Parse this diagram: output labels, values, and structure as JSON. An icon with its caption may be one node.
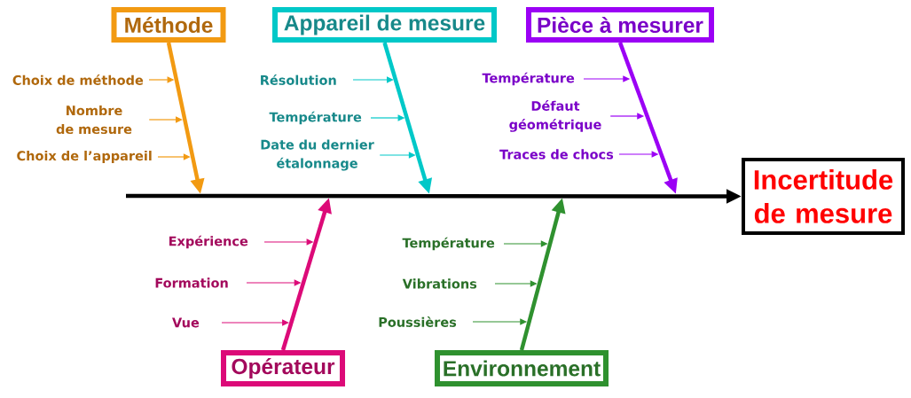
{
  "diagram": {
    "nodes": [
      {
        "text": [
          "Méthode"
        ]
      },
      {
        "text": [
          "Choix de méthode"
        ]
      },
      {
        "text": [
          "Nombre de mesure"
        ]
      },
      {
        "text": [
          "Choix de l’appareil"
        ]
      },
      {
        "text": [
          "Appareil de mesure"
        ]
      },
      {
        "text": [
          "Résolution"
        ]
      },
      {
        "text": [
          "Température"
        ]
      },
      {
        "text": [
          "Date du dernier étalonnage"
        ]
      },
      {
        "text": [
          "Pièce à mesurer"
        ]
      },
      {
        "text": [
          "Température"
        ]
      },
      {
        "text": [
          "Défaut géométrique"
        ]
      },
      {
        "text": [
          "Traces de chocs"
        ]
      },
      {
        "text": [
          "Incertitude de mesure"
        ]
      },
      {
        "text": [
          "Expérience"
        ]
      },
      {
        "text": [
          "Formation"
        ]
      },
      {
        "text": [
          "Vue"
        ]
      },
      {
        "text": [
          "Opérateur"
        ]
      },
      {
        "text": [
          "Température"
        ]
      },
      {
        "text": [
          "Vibrations"
        ]
      },
      {
        "text": [
          "Poussières"
        ]
      },
      {
        "text": [
          "Environnement"
        ]
      }
    ],
    "edges": [
      {
        "from": null,
        "to": 12,
        "arrow": "to",
        "style": "thick",
        "color": "#000000"
      },
      {
        "from": 0,
        "to": null,
        "arrow": "to",
        "style": "thick",
        "color": "#f29a12"
      },
      {
        "from": 1,
        "to": null,
        "arrow": "to",
        "color": "#f29a12"
      },
      {
        "from": 2,
        "to": null,
        "arrow": "to",
        "color": "#f29a12"
      },
      {
        "from": 3,
        "to": null,
        "arrow": "to",
        "color": "#f29a12"
      },
      {
        "from": 4,
        "to": null,
        "arrow": "to",
        "style": "thick",
        "color": "#00c8c8"
      },
      {
        "from": 5,
        "to": null,
        "arrow": "to",
        "color": "#00c8c8"
      },
      {
        "from": 6,
        "to": null,
        "arrow": "to",
        "color": "#00c8c8"
      },
      {
        "from": 7,
        "to": null,
        "arrow": "to",
        "color": "#00c8c8"
      },
      {
        "from": 8,
        "to": null,
        "arrow": "to",
        "style": "thick",
        "color": "#9b00f5"
      },
      {
        "from": 9,
        "to": null,
        "arrow": "to",
        "color": "#9b00f5"
      },
      {
        "from": 10,
        "to": null,
        "arrow": "to",
        "color": "#9b00f5"
      },
      {
        "from": 11,
        "to": null,
        "arrow": "to",
        "color": "#9b00f5"
      },
      {
        "from": 13,
        "to": null,
        "arrow": "to",
        "color": "#dc0a78"
      },
      {
        "from": 14,
        "to": null,
        "arrow": "to",
        "color": "#dc0a78"
      },
      {
        "from": 15,
        "to": null,
        "arrow": "to",
        "color": "#dc0a78"
      },
      {
        "from": 16,
        "to": null,
        "arrow": "to",
        "style": "thick",
        "color": "#dc0a78"
      },
      {
        "from": 17,
        "to": null,
        "arrow": "to",
        "color": "#2f912f"
      },
      {
        "from": 18,
        "to": null,
        "arrow": "to",
        "color": "#2f912f"
      },
      {
        "from": 19,
        "to": null,
        "arrow": "to",
        "color": "#2f912f"
      },
      {
        "from": 20,
        "to": null,
        "arrow": "to",
        "style": "thick",
        "color": "#2f912f"
      }
    ]
  }
}
